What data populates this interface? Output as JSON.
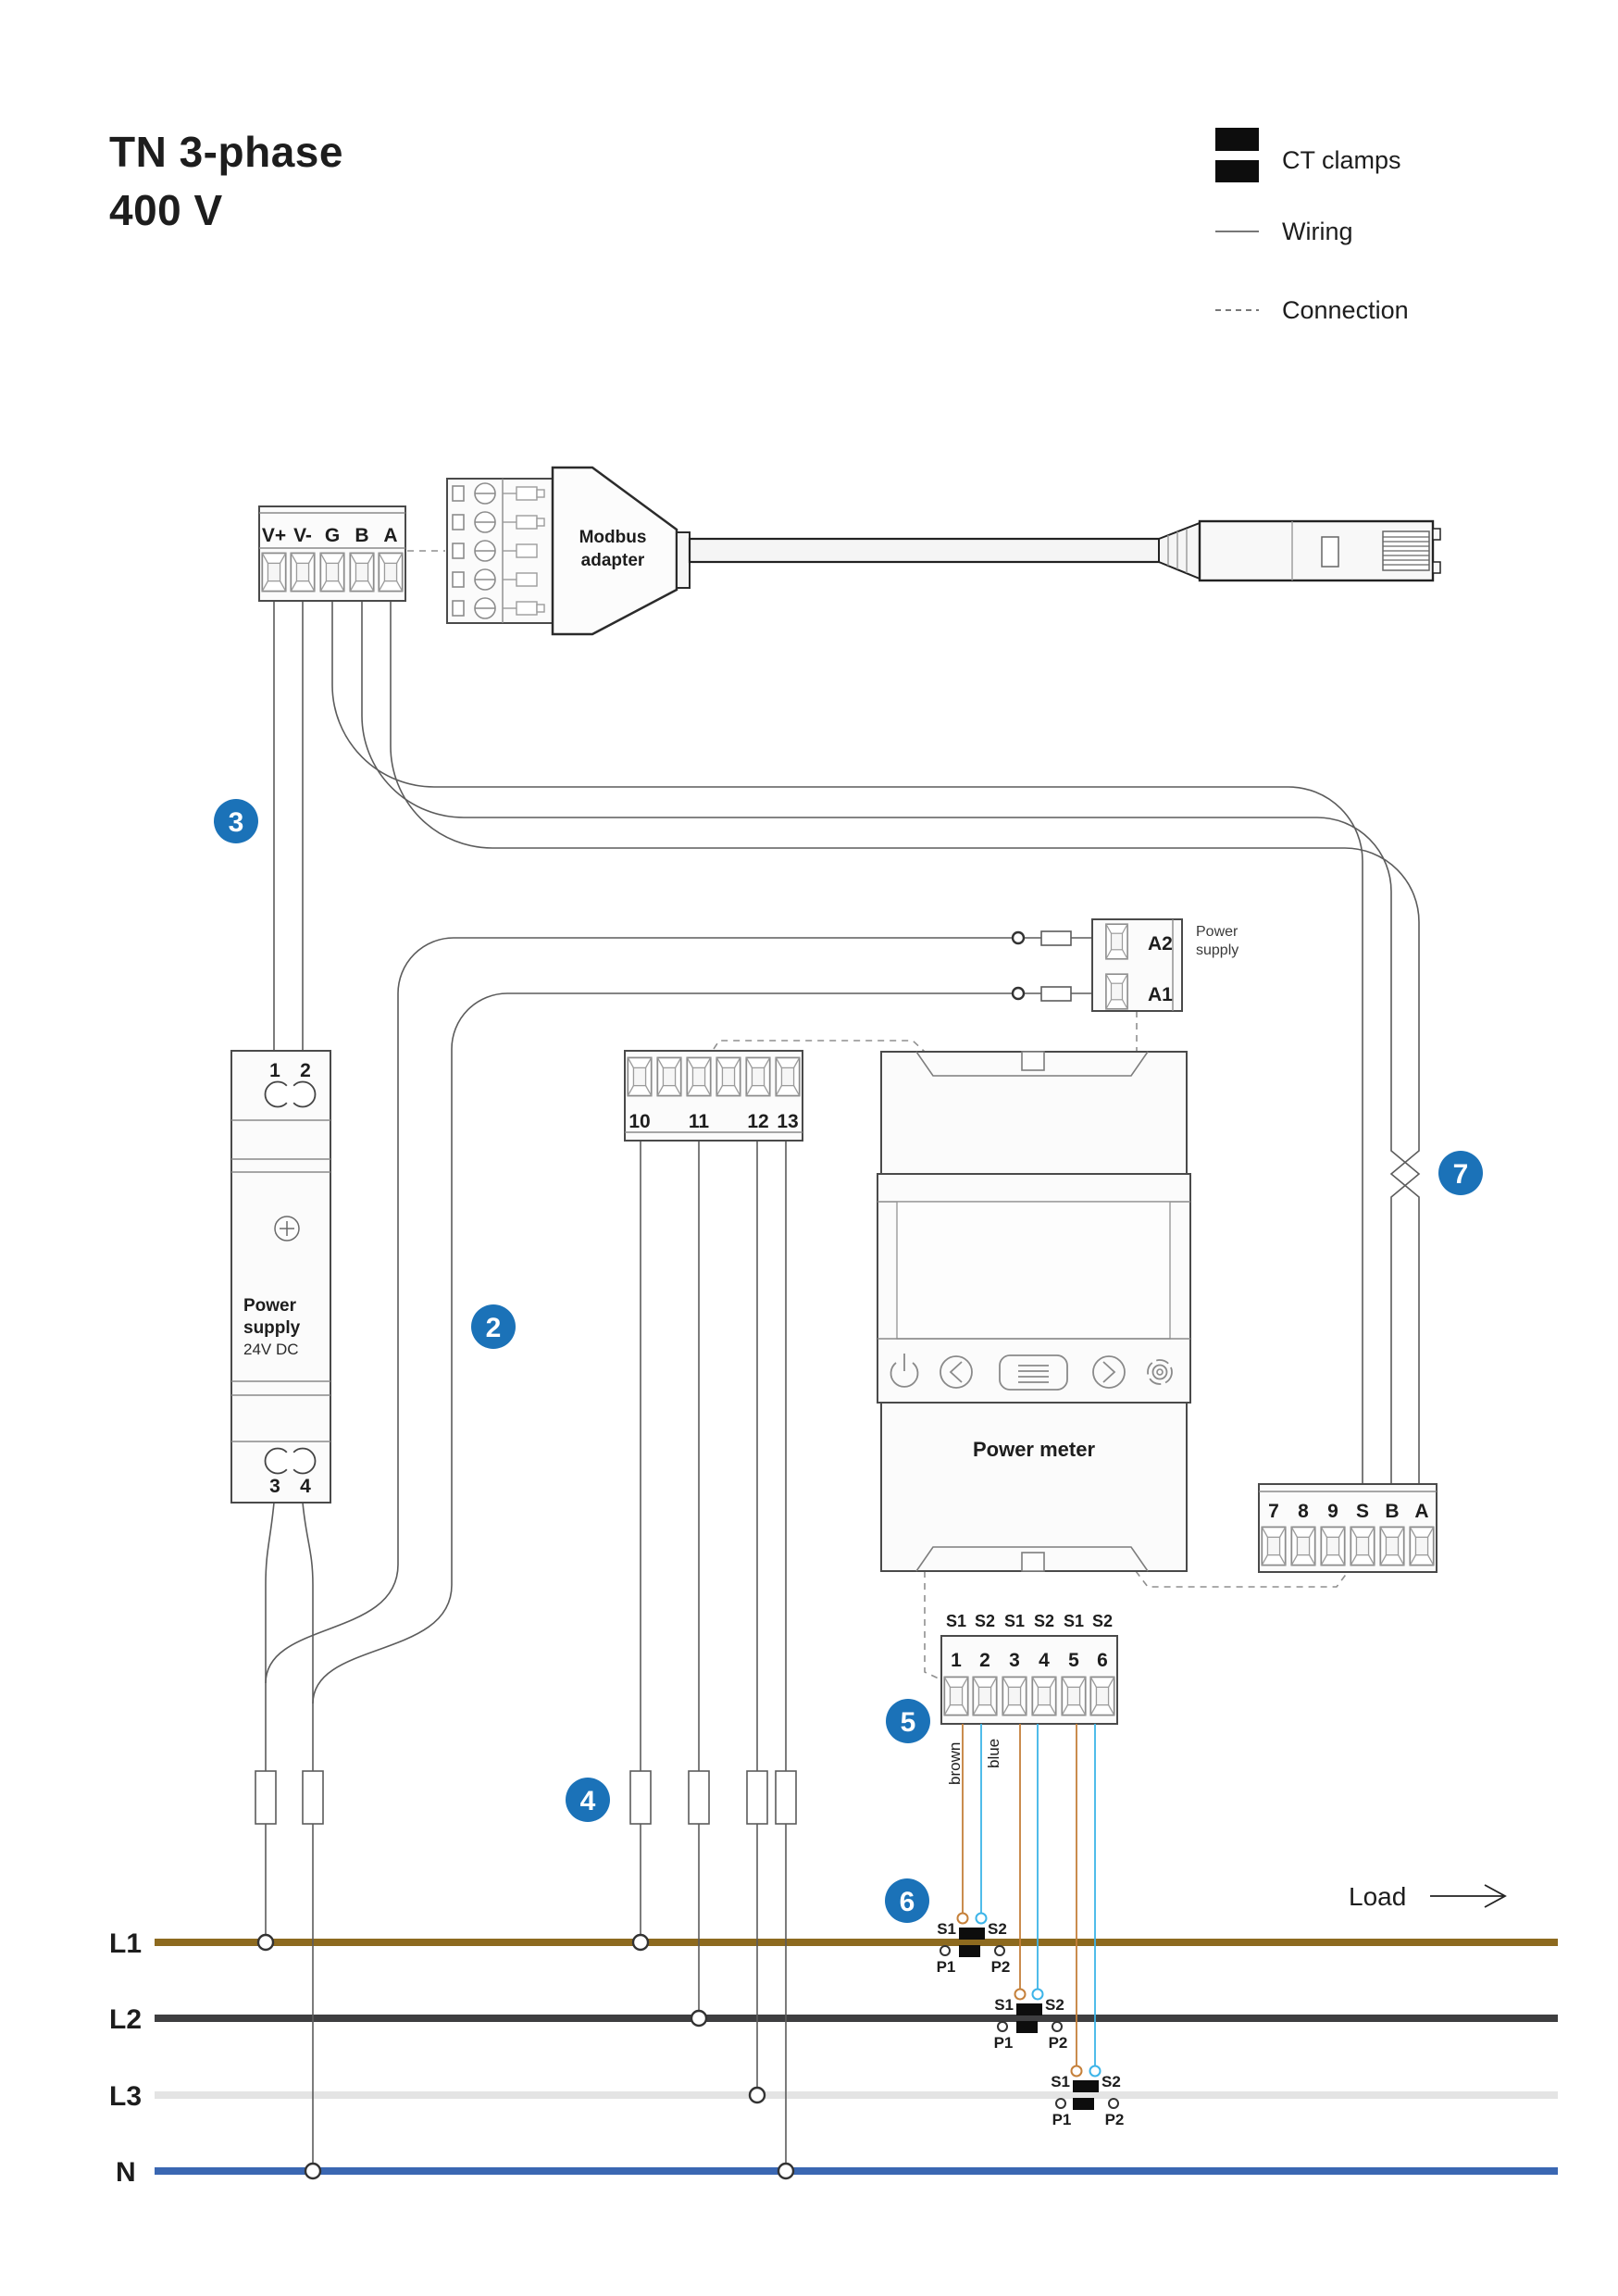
{
  "title": {
    "line1": "TN 3-phase",
    "line2": "400 V"
  },
  "legend": {
    "ct_clamps": "CT clamps",
    "wiring": "Wiring",
    "connection": "Connection"
  },
  "modbus_adapter": {
    "line1": "Modbus",
    "line2": "adapter"
  },
  "gateway_block": {
    "labels": [
      "V+",
      "V-",
      "G",
      "B",
      "A"
    ]
  },
  "power_supply": {
    "top_terminals": [
      "1",
      "2"
    ],
    "bottom_terminals": [
      "3",
      "4"
    ],
    "name_line1": "Power",
    "name_line2": "supply",
    "rating": "24V DC"
  },
  "aux_supply": {
    "terminals": [
      "A2",
      "A1"
    ],
    "caption_line1": "Power",
    "caption_line2": "supply"
  },
  "power_meter": {
    "label": "Power meter"
  },
  "voltage_block": {
    "labels": [
      "10",
      "11",
      "12",
      "13"
    ]
  },
  "comm_block": {
    "labels": [
      "7",
      "8",
      "9",
      "S",
      "B",
      "A"
    ]
  },
  "ct_block": {
    "s_labels": [
      "S1",
      "S2",
      "S1",
      "S2",
      "S1",
      "S2"
    ],
    "numbers": [
      "1",
      "2",
      "3",
      "4",
      "5",
      "6"
    ],
    "wire_label_brown": "brown",
    "wire_label_blue": "blue"
  },
  "ct_clamp_labels": {
    "s1": "S1",
    "s2": "S2",
    "p1": "P1",
    "p2": "P2"
  },
  "phases": {
    "l1": "L1",
    "l2": "L2",
    "l3": "L3",
    "n": "N",
    "load": "Load"
  },
  "badges": {
    "n2": "2",
    "n3": "3",
    "n4": "4",
    "n5": "5",
    "n6": "6",
    "n7": "7"
  },
  "colors": {
    "badge_blue": "#1b72b8",
    "ct_brown": "#c5803a",
    "ct_blue": "#3cb4e8",
    "line_l1": "#8d6a1f",
    "line_l2": "#3e3e40",
    "line_l3": "#e4e4e4",
    "line_n": "#3a67b2"
  }
}
